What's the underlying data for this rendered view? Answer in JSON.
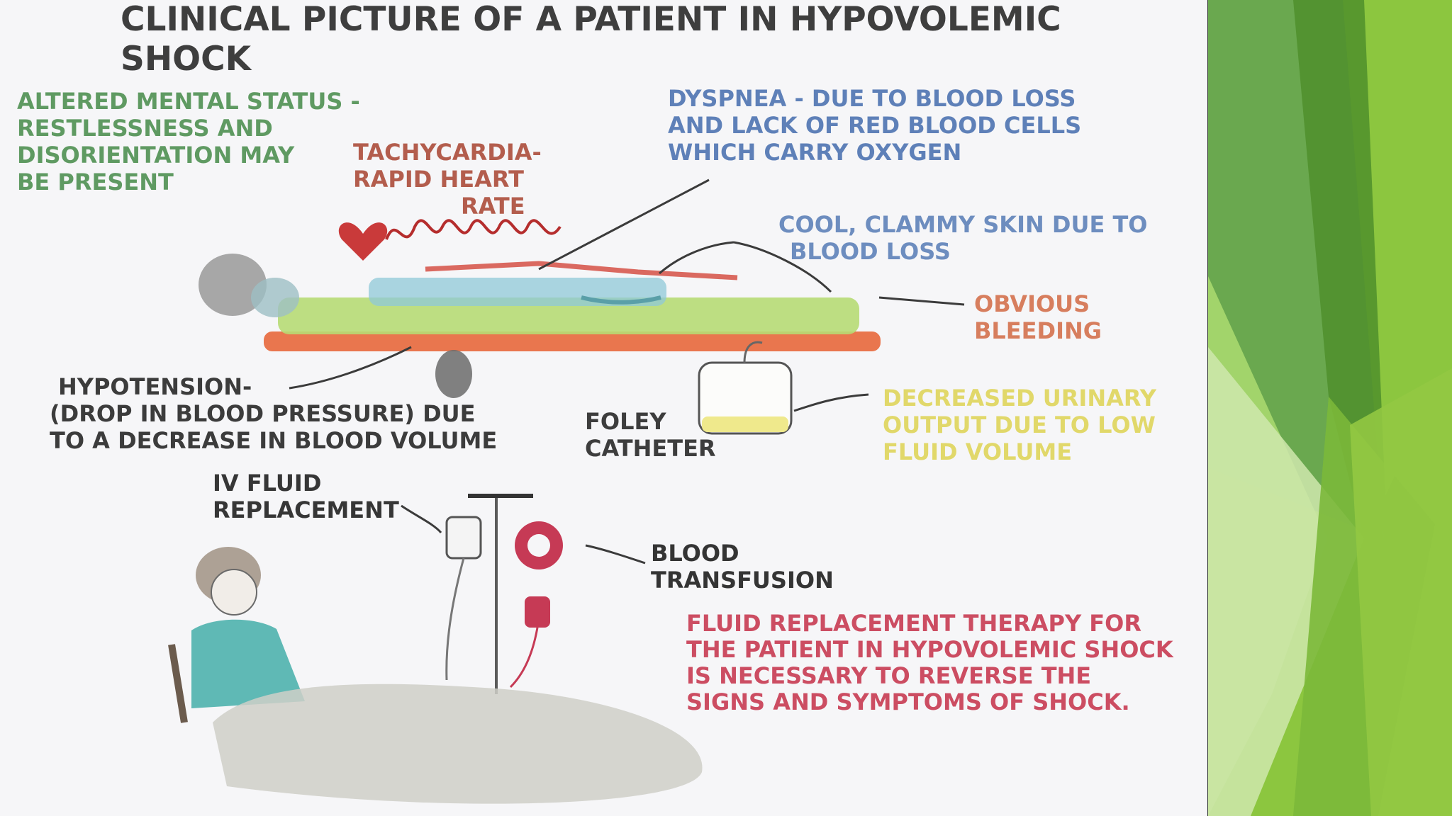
{
  "slide": {
    "title_lines": [
      "CLINICAL PICTURE OF A PATIENT IN HYPOVOLEMIC",
      "SHOCK"
    ],
    "labels": {
      "mental_status": [
        "ALTERED MENTAL STATUS -",
        "RESTLESSNESS AND",
        "DISORIENTATION MAY",
        "BE PRESENT"
      ],
      "tachycardia": [
        "TACHYCARDIA-",
        "RAPID HEART",
        "RATE"
      ],
      "dyspnea": [
        "DYSPNEA - DUE TO BLOOD LOSS",
        "AND LACK OF RED BLOOD CELLS",
        "WHICH CARRY OXYGEN"
      ],
      "cool_skin": [
        "COOL, CLAMMY SKIN DUE TO",
        "BLOOD LOSS"
      ],
      "bleeding": [
        "OBVIOUS",
        "BLEEDING"
      ],
      "hypotension": [
        "HYPOTENSION-",
        "(DROP IN BLOOD PRESSURE) DUE",
        "TO A DECREASE IN BLOOD VOLUME"
      ],
      "foley": [
        "FOLEY",
        "CATHETER"
      ],
      "urinary": [
        "DECREASED URINARY",
        "OUTPUT DUE TO LOW",
        "FLUID VOLUME"
      ],
      "iv_fluid": [
        "IV FLUID",
        "REPLACEMENT"
      ],
      "transfusion": [
        "BLOOD",
        "TRANSFUSION"
      ],
      "therapy": [
        "FLUID REPLACEMENT THERAPY FOR",
        "THE PATIENT IN HYPOVOLEMIC SHOCK",
        "IS NECESSARY TO REVERSE THE",
        "SIGNS AND SYMPTOMS OF SHOCK."
      ]
    }
  },
  "colors": {
    "panel_bg": "#f6f6f8",
    "title": "#3e3e3e",
    "green_label": "#5f9a62",
    "red_label": "#b35d4d",
    "blue_label": "#5e80b8",
    "orange_label": "#d77e5e",
    "yellow_label": "#e1d86a",
    "pink_label": "#cc4d62",
    "deco_greens": [
      "#6aa84f",
      "#8cc63f",
      "#a9d86e",
      "#cfe8ad",
      "#4f8f2c"
    ]
  }
}
